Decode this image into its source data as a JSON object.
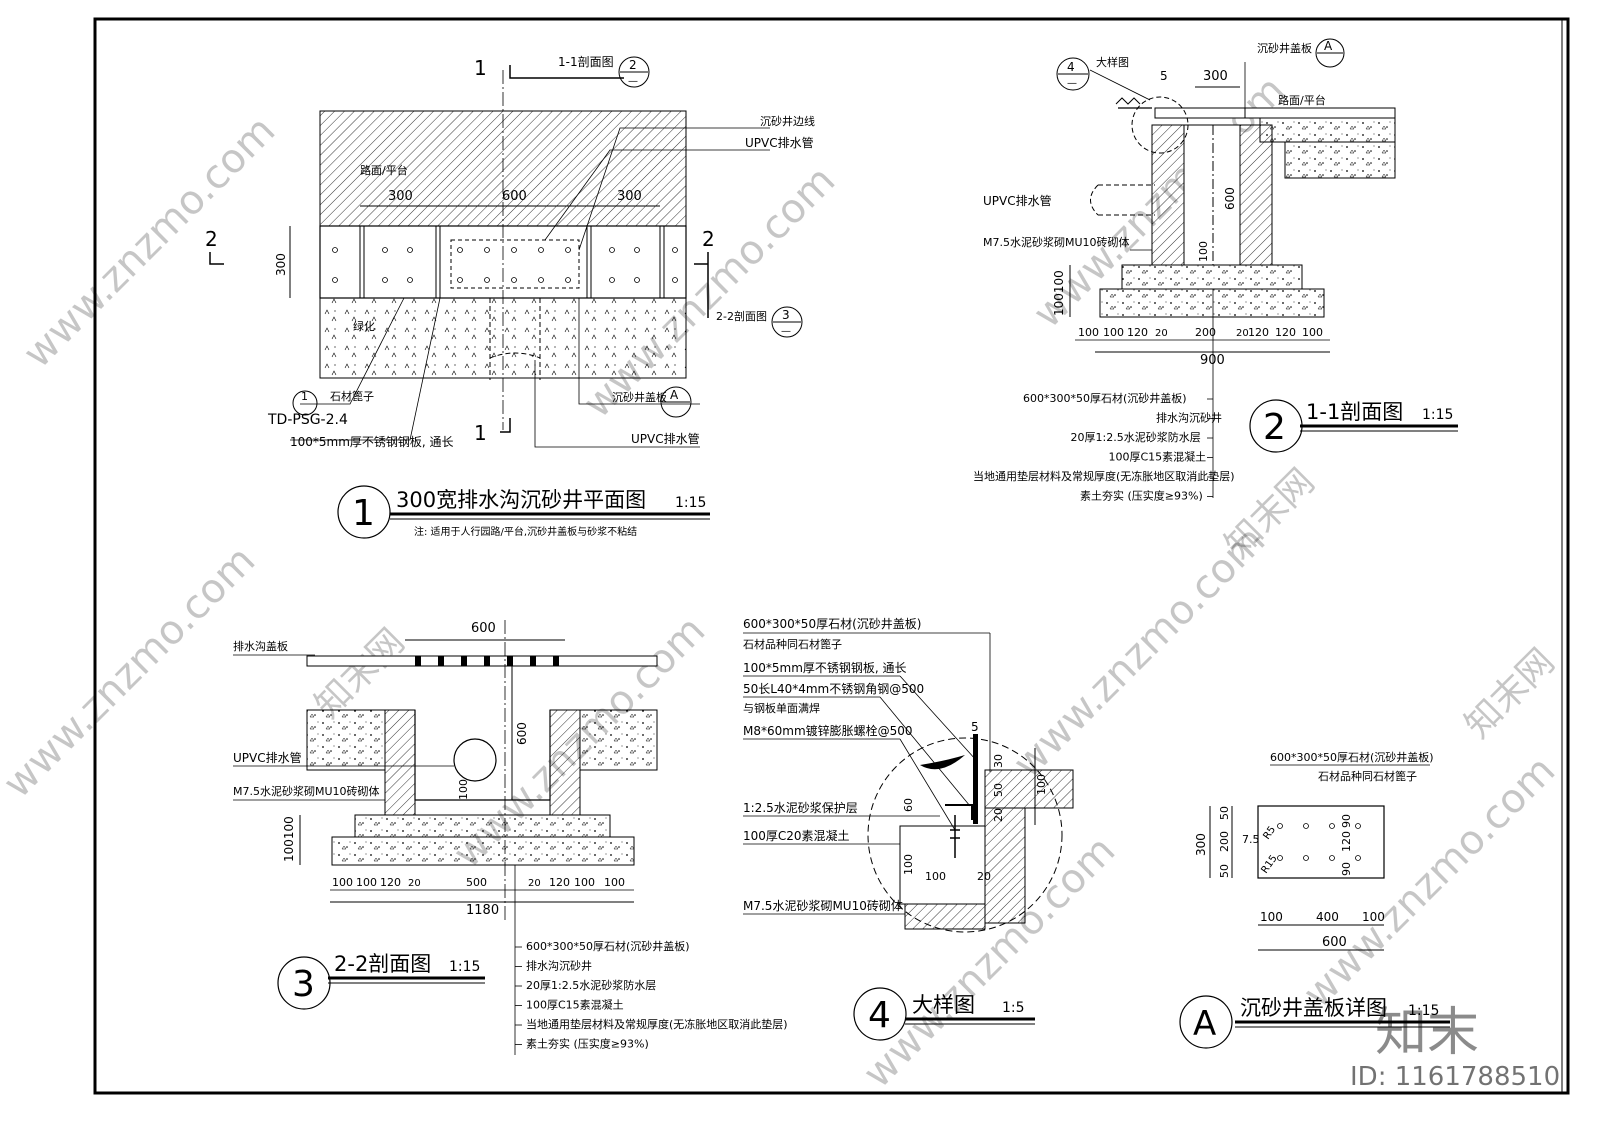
{
  "plan": {
    "cut_1": "1",
    "cut_2": "2",
    "ref_1_1": "1-1剖面图",
    "ref_2_2": "2-2剖面图",
    "ref_num_2": "2",
    "ref_num_3": "3",
    "ref_sheet": "—",
    "road_label": "路面/平台",
    "dims_top": [
      "300",
      "600",
      "300"
    ],
    "dim_side": "300",
    "edge_line": "沉砂井边线",
    "upvc_top": "UPVC排水管",
    "green_label": "绿化",
    "stone_grate": "石材篦子",
    "grate_ref_num": "1",
    "grate_ref_code": "TD-PSG-2.4",
    "steel_plate": "100*5mm厚不锈钢钢板, 通长",
    "cover_label": "沉砂井盖板",
    "cover_ref": "A",
    "upvc_bottom": "UPVC排水管",
    "title_num": "1",
    "title": "300宽排水沟沉砂井平面图",
    "scale": "1:15",
    "note": "注: 适用于人行园路/平台,沉砂井盖板与砂浆不粘结"
  },
  "sec11": {
    "detail_ref_num": "4",
    "detail_label": "大样图",
    "dim_5": "5",
    "dim_300": "300",
    "cover_label": "沉砂井盖板",
    "cover_ref": "A",
    "road_label": "路面/平台",
    "upvc": "UPVC排水管",
    "brick": "M7.5水泥砂浆砌MU10砖砌体",
    "dim_600": "600",
    "dim_100": "100",
    "dim_100100": "100100",
    "dims_bottom": [
      "100",
      "100",
      "120",
      "20",
      "200",
      "20",
      "120",
      "120",
      "100"
    ],
    "dim_900": "900",
    "layers": [
      "600*300*50厚石材(沉砂井盖板)",
      "排水沟沉砂井",
      "20厚1:2.5水泥砂浆防水层",
      "100厚C15素混凝土",
      "当地通用垫层材料及常规厚度(无冻胀地区取消此垫层)",
      "素土夯实 (压实度≥93%)"
    ],
    "title_num": "2",
    "title": "1-1剖面图",
    "scale": "1:15"
  },
  "sec22": {
    "trench_cover": "排水沟盖板",
    "dim_600": "600",
    "dim_600v": "600",
    "upvc": "UPVC排水管",
    "brick": "M7.5水泥砂浆砌MU10砖砌体",
    "dim_100": "100",
    "dim_100100": "100100",
    "dims_bottom": [
      "100",
      "100",
      "120",
      "20",
      "500",
      "20",
      "120",
      "100",
      "100"
    ],
    "dim_1180": "1180",
    "layers": [
      "600*300*50厚石材(沉砂井盖板)",
      "排水沟沉砂井",
      "20厚1:2.5水泥砂浆防水层",
      "100厚C15素混凝土",
      "当地通用垫层材料及常规厚度(无冻胀地区取消此垫层)",
      "素土夯实 (压实度≥93%)"
    ],
    "title_num": "3",
    "title": "2-2剖面图",
    "scale": "1:15"
  },
  "detail": {
    "notes": [
      "600*300*50厚石材(沉砂井盖板)",
      "石材品种同石材篦子",
      "100*5mm厚不锈钢钢板, 通长",
      "50长L40*4mm不锈钢角钢@500",
      "与钢板单面满焊",
      "M8*60mm镀锌膨胀螺栓@500",
      "1:2.5水泥砂浆保护层",
      "100厚C20素混凝土",
      "M7.5水泥砂浆砌MU10砖砌体"
    ],
    "dim_5": "5",
    "dim_30": "30",
    "dim_50": "50",
    "dim_20": "20",
    "dim_100v": "100",
    "dim_60": "60",
    "dim_100": "100",
    "dim_100h": "100",
    "dim_20h": "20",
    "title_num": "4",
    "title": "大样图",
    "scale": "1:5"
  },
  "cover": {
    "label1": "600*300*50厚石材(沉砂井盖板)",
    "label2": "石材品种同石材篦子",
    "dim_300": "300",
    "dims_left": [
      "50",
      "200",
      "50"
    ],
    "r5": "R5",
    "r15": "R15",
    "d75": "7.5",
    "dims_right": [
      "90",
      "120",
      "90"
    ],
    "dims_bottom": [
      "100",
      "400",
      "100"
    ],
    "dim_600": "600",
    "title_num": "A",
    "title": "沉砂井盖板详图",
    "scale": "1:15"
  },
  "watermark": {
    "site": "www.znzmo.com",
    "brand": "知末网",
    "logo": "知末",
    "id": "ID: 1161788510"
  }
}
